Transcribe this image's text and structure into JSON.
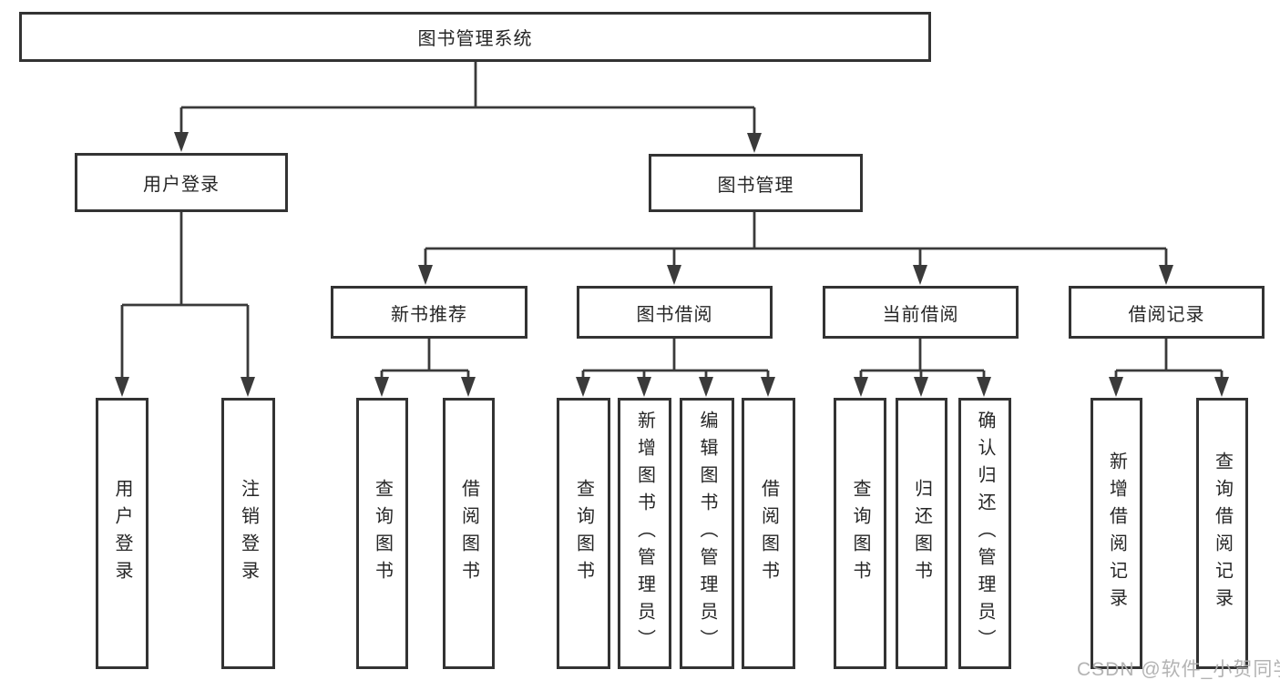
{
  "diagram_type": "hierarchy-tree",
  "colors": {
    "background": "#ffffff",
    "box_border": "#333333",
    "connector_line": "#3a3a3a",
    "text": "#262626",
    "watermark_text": "#afafaf"
  },
  "nodes": {
    "root": "图书管理系统",
    "level2": [
      "用户登录",
      "图书管理"
    ],
    "level3": [
      "新书推荐",
      "图书借阅",
      "当前借阅",
      "借阅记录"
    ],
    "leaves_login": [
      "用户登录",
      "注销登录"
    ],
    "leaves_recommend": [
      "查询图书",
      "借阅图书"
    ],
    "leaves_borrow": [
      "查询图书",
      "新增图书（管理员）",
      "编辑图书（管理员）",
      "借阅图书"
    ],
    "leaves_current": [
      "查询图书",
      "归还图书",
      "确认归还（管理员）"
    ],
    "leaves_records": [
      "新增借阅记录",
      "查询借阅记录"
    ]
  },
  "hierarchy": {
    "图书管理系统": {
      "用户登录": [
        "用户登录",
        "注销登录"
      ],
      "图书管理": {
        "新书推荐": [
          "查询图书",
          "借阅图书"
        ],
        "图书借阅": [
          "查询图书",
          "新增图书（管理员）",
          "编辑图书（管理员）",
          "借阅图书"
        ],
        "当前借阅": [
          "查询图书",
          "归还图书",
          "确认归还（管理员）"
        ],
        "借阅记录": [
          "新增借阅记录",
          "查询借阅记录"
        ]
      }
    }
  },
  "watermark": "CSDN @软件_小贺同学"
}
